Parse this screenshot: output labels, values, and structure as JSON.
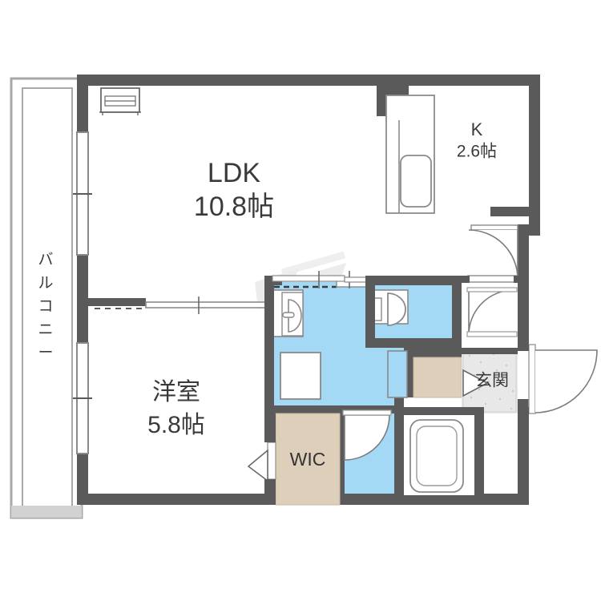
{
  "document": {
    "type": "japanese-floor-plan",
    "title": "間取り図"
  },
  "colors": {
    "wall": "#5a5a5a",
    "wall_thin": "#8a8a8a",
    "floor_wet": "#a3d9f5",
    "floor_storage": "#decfbb",
    "floor_entry": "#e2e2e2",
    "text": "#3a3a3a",
    "background": "#ffffff",
    "fixture_outline": "#7c7c7c"
  },
  "rooms": [
    {
      "id": "ldk",
      "name_line1": "LDK",
      "name_line2": "10.8帖",
      "area_jo": "10.8"
    },
    {
      "id": "kitchen",
      "name_line1": "K",
      "name_line2": "2.6帖",
      "area_jo": "2.6"
    },
    {
      "id": "washitsu",
      "name_line1": "洋室",
      "name_line2": "5.8帖",
      "area_jo": "5.8"
    },
    {
      "id": "balcony",
      "name_line1": "バルコニー",
      "vertical_chars": [
        "バ",
        "ル",
        "コ",
        "ニ",
        "ー"
      ]
    },
    {
      "id": "genkan",
      "name_line1": "玄関"
    },
    {
      "id": "wic",
      "name_line1": "WIC"
    }
  ],
  "fixtures": [
    {
      "id": "air-conditioner",
      "label": ""
    },
    {
      "id": "kitchen-sink",
      "label": ""
    },
    {
      "id": "toilet",
      "label": ""
    },
    {
      "id": "washbasin",
      "label": ""
    },
    {
      "id": "washing-machine-space",
      "label": ""
    },
    {
      "id": "bathtub",
      "label": ""
    },
    {
      "id": "entrance-door",
      "label": ""
    },
    {
      "id": "shoe-box",
      "label": ""
    }
  ],
  "labels": {
    "ldk_line1": "LDK",
    "ldk_line2": "10.8帖",
    "kitchen_line1": "K",
    "kitchen_line2": "2.6帖",
    "room_line1": "洋室",
    "room_line2": "5.8帖",
    "wic": "WIC",
    "genkan": "玄関",
    "balcony_c1": "バ",
    "balcony_c2": "ル",
    "balcony_c3": "コ",
    "balcony_c4": "ニ",
    "balcony_c5": "ー"
  }
}
